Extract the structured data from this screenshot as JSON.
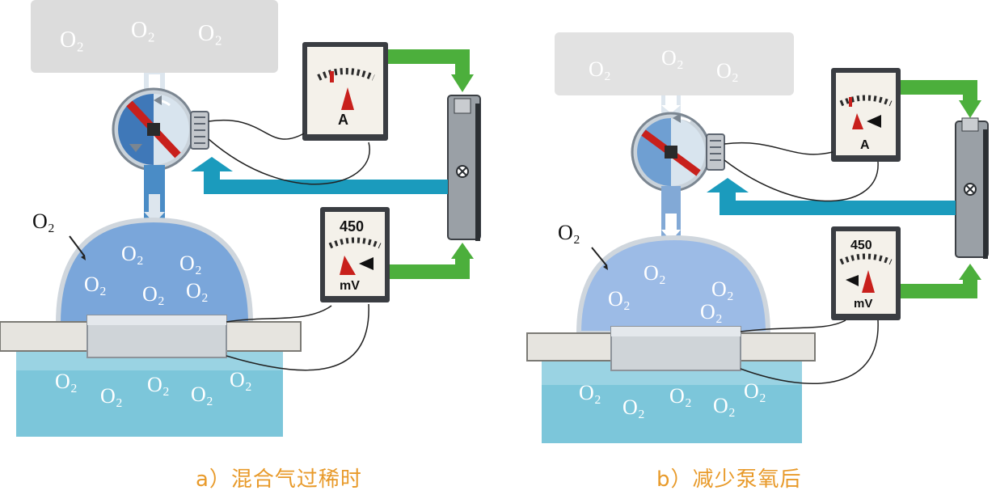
{
  "colors": {
    "oxygen_tank": "#dcdcdc",
    "flow_blue": "#4a8cc6",
    "dome_blue": "#7aa6da",
    "dome_blue_light": "#9cbbe6",
    "exhaust_water": "#7cc6da",
    "feedback_teal": "#1b9bbd",
    "signal_green": "#4caf3c",
    "needle_red": "#c8201c",
    "caption": "#e89a2a"
  },
  "panel_a": {
    "supply_o2": [
      "O₂",
      "O₂",
      "O₂"
    ],
    "outside_o2": "O₂",
    "dome_o2": [
      "O₂",
      "O₂",
      "O₂",
      "O₂",
      "O₂"
    ],
    "exhaust_o2": [
      "O₂",
      "O₂",
      "O₂",
      "O₂",
      "O₂"
    ],
    "ammeter_unit": "A",
    "millivolt_value": "450",
    "millivolt_unit": "mV",
    "caption": "a）混合气过稀时"
  },
  "panel_b": {
    "supply_o2": [
      "O₂",
      "O₂",
      "O₂"
    ],
    "outside_o2": "O₂",
    "dome_o2": [
      "O₂",
      "O₂",
      "O₂",
      "O₂"
    ],
    "exhaust_o2": [
      "O₂",
      "O₂",
      "O₂",
      "O₂",
      "O₂"
    ],
    "ammeter_unit": "A",
    "millivolt_value": "450",
    "millivolt_unit": "mV",
    "caption": "b）减少泵氧后"
  }
}
